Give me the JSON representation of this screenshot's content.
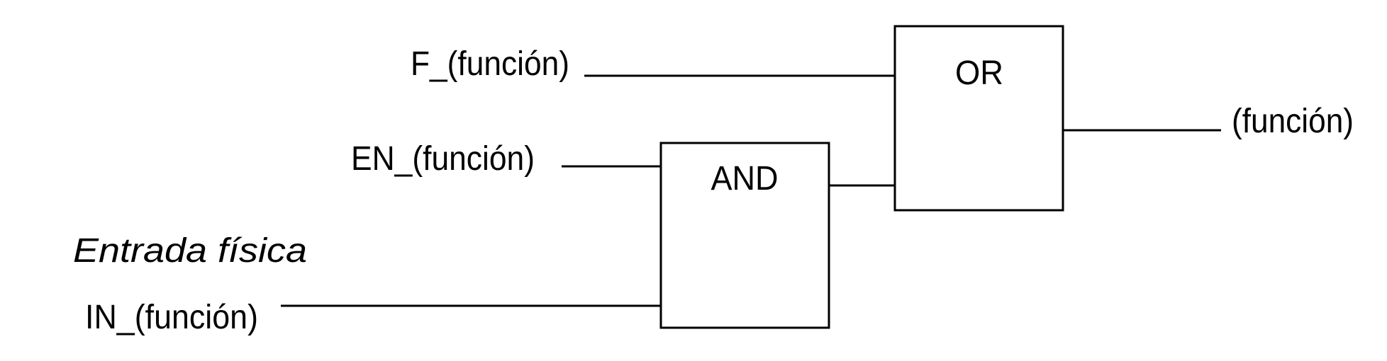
{
  "signals": {
    "f_input": "F_(función)",
    "en_input": "EN_(función)",
    "in_input": "IN_(función)",
    "output": "(función)"
  },
  "section_label": "Entrada física",
  "gates": {
    "and_gate": "AND",
    "or_gate": "OR"
  },
  "colors": {
    "line": "#000000",
    "background": "#ffffff"
  }
}
